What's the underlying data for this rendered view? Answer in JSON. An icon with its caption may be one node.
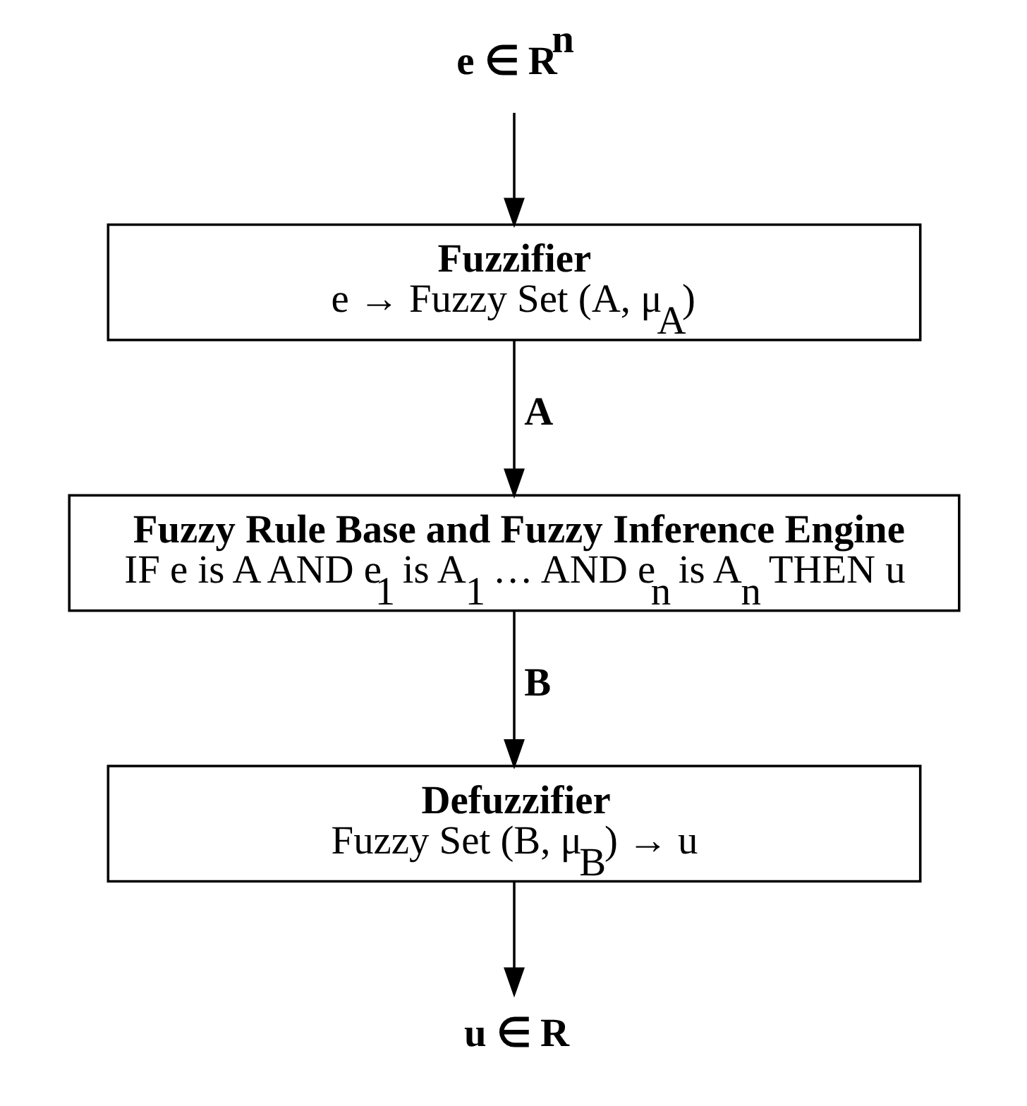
{
  "diagram": {
    "nodes": [
      {
        "text": [
          "e ∈ R$^{n}$"
        ]
      },
      {
        "text": [
          "Fuzzifier",
          "e → Fuzzy Set (A, μ$_{A}$)"
        ]
      },
      {
        "text": [
          "Fuzzy Rule Base and Fuzzy Inference Engine",
          "IF e is A AND e$_{1}$ is A$_{1}$ … AND e$_{n}$ is A$_{n}$ THEN u"
        ]
      },
      {
        "text": [
          "Defuzzifier",
          "Fuzzy Set (B, μ$_{B}$) → u"
        ]
      },
      {
        "text": [
          "u ∈ R"
        ]
      }
    ],
    "edges": [
      {
        "from": 0,
        "to": 1,
        "arrow": "to"
      },
      {
        "from": 1,
        "to": 2,
        "arrow": "to",
        "label": "A"
      },
      {
        "from": 2,
        "to": 3,
        "arrow": "to",
        "label": "B"
      },
      {
        "from": 3,
        "to": 4,
        "arrow": "to"
      }
    ]
  }
}
